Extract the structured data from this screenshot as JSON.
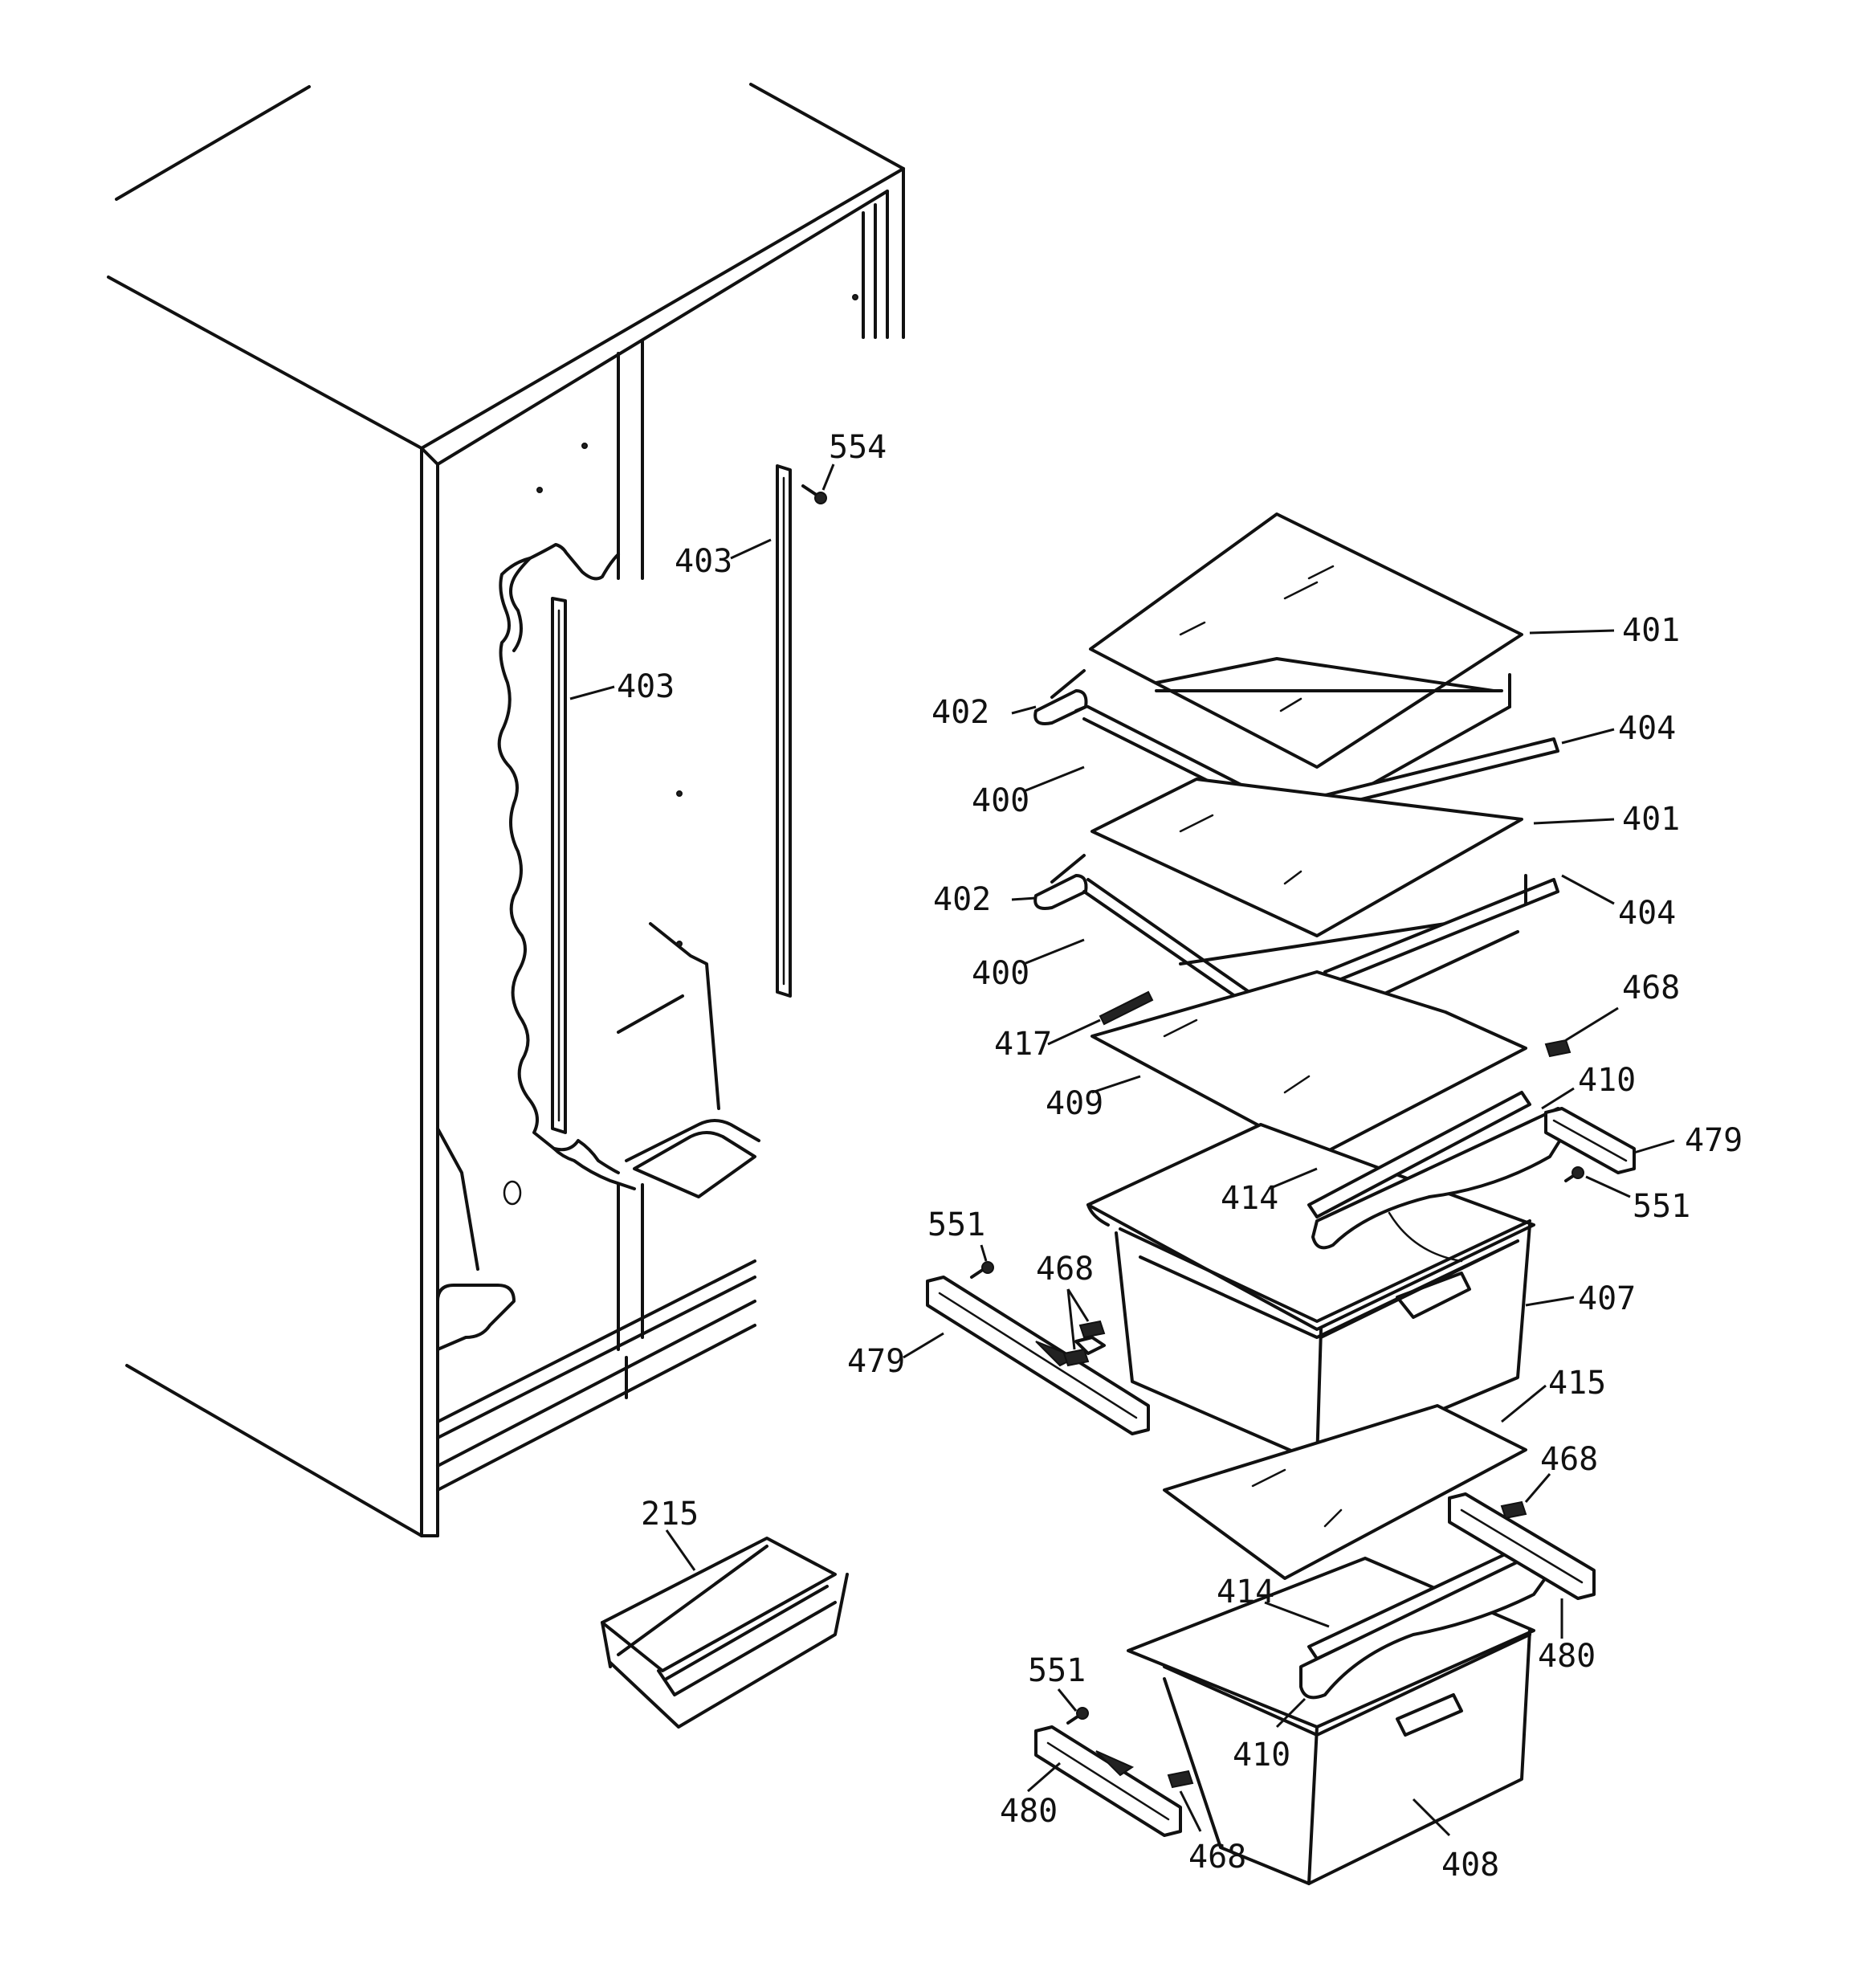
{
  "diagram": {
    "type": "exploded-parts-view",
    "colors": {
      "line": "#111111",
      "background": "#ffffff"
    },
    "callouts": [
      {
        "id": "c-554",
        "label": "554"
      },
      {
        "id": "c-403a",
        "label": "403"
      },
      {
        "id": "c-403b",
        "label": "403"
      },
      {
        "id": "c-401a",
        "label": "401"
      },
      {
        "id": "c-402a",
        "label": "402"
      },
      {
        "id": "c-404a",
        "label": "404"
      },
      {
        "id": "c-400a",
        "label": "400"
      },
      {
        "id": "c-401b",
        "label": "401"
      },
      {
        "id": "c-402b",
        "label": "402"
      },
      {
        "id": "c-404b",
        "label": "404"
      },
      {
        "id": "c-400b",
        "label": "400"
      },
      {
        "id": "c-468a",
        "label": "468"
      },
      {
        "id": "c-417",
        "label": "417"
      },
      {
        "id": "c-409",
        "label": "409"
      },
      {
        "id": "c-410a",
        "label": "410"
      },
      {
        "id": "c-479a",
        "label": "479"
      },
      {
        "id": "c-414a",
        "label": "414"
      },
      {
        "id": "c-551a",
        "label": "551"
      },
      {
        "id": "c-551b",
        "label": "551"
      },
      {
        "id": "c-468b",
        "label": "468"
      },
      {
        "id": "c-407",
        "label": "407"
      },
      {
        "id": "c-479b",
        "label": "479"
      },
      {
        "id": "c-415",
        "label": "415"
      },
      {
        "id": "c-468c",
        "label": "468"
      },
      {
        "id": "c-215",
        "label": "215"
      },
      {
        "id": "c-414b",
        "label": "414"
      },
      {
        "id": "c-480a",
        "label": "480"
      },
      {
        "id": "c-551c",
        "label": "551"
      },
      {
        "id": "c-410b",
        "label": "410"
      },
      {
        "id": "c-480b",
        "label": "480"
      },
      {
        "id": "c-468d",
        "label": "468"
      },
      {
        "id": "c-408",
        "label": "408"
      }
    ]
  }
}
